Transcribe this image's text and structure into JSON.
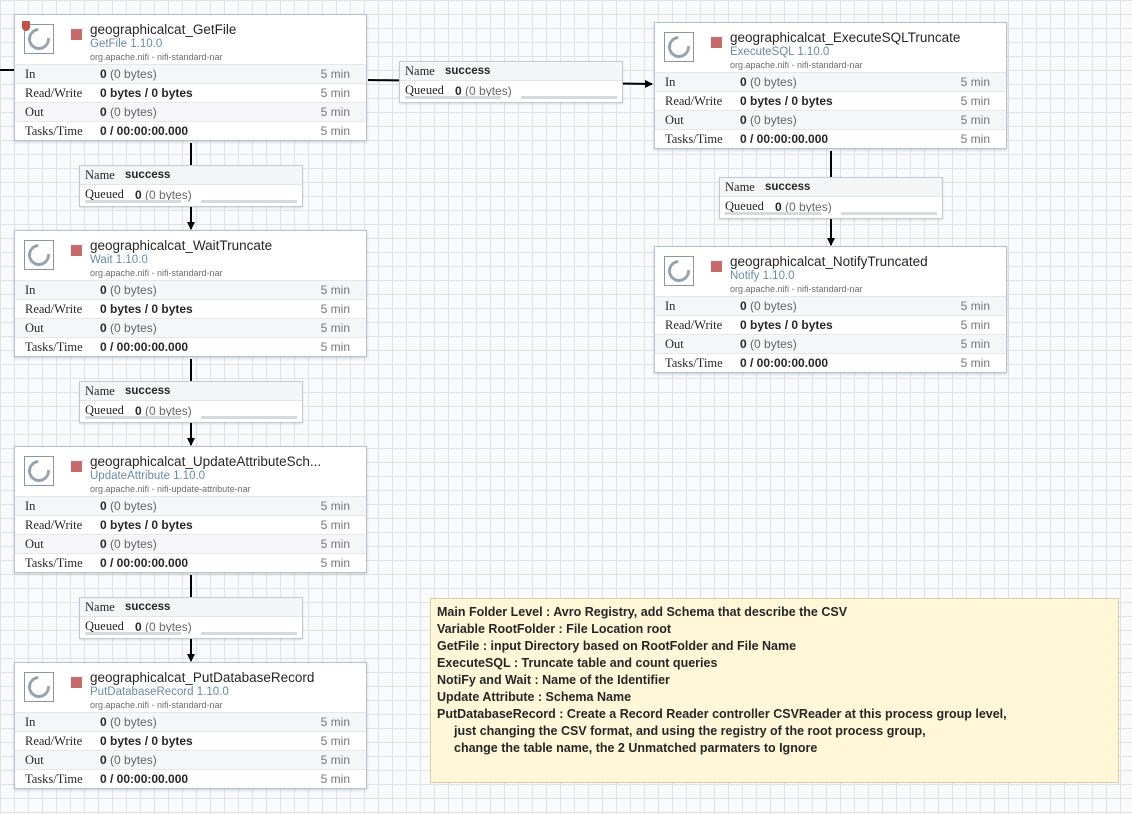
{
  "processors": [
    {
      "name": "geographicalcat_GetFile",
      "type": "GetFile 1.10.0",
      "bundle": "org.apache.nifi - nifi-standard-nar",
      "invalid": true,
      "stats": {
        "in_value": "0",
        "in_sub": "(0 bytes)",
        "in_time": "5 min",
        "rw_value": "0 bytes / 0 bytes",
        "rw_time": "5 min",
        "out_value": "0",
        "out_sub": "(0 bytes)",
        "out_time": "5 min",
        "tasks_value": "0 / 00:00:00.000",
        "tasks_time": "5 min"
      }
    },
    {
      "name": "geographicalcat_WaitTruncate",
      "type": "Wait 1.10.0",
      "bundle": "org.apache.nifi - nifi-standard-nar",
      "invalid": false,
      "stats": {
        "in_value": "0",
        "in_sub": "(0 bytes)",
        "in_time": "5 min",
        "rw_value": "0 bytes / 0 bytes",
        "rw_time": "5 min",
        "out_value": "0",
        "out_sub": "(0 bytes)",
        "out_time": "5 min",
        "tasks_value": "0 / 00:00:00.000",
        "tasks_time": "5 min"
      }
    },
    {
      "name": "geographicalcat_UpdateAttributeSch...",
      "type": "UpdateAttribute 1.10.0",
      "bundle": "org.apache.nifi - nifi-update-attribute-nar",
      "invalid": false,
      "stats": {
        "in_value": "0",
        "in_sub": "(0 bytes)",
        "in_time": "5 min",
        "rw_value": "0 bytes / 0 bytes",
        "rw_time": "5 min",
        "out_value": "0",
        "out_sub": "(0 bytes)",
        "out_time": "5 min",
        "tasks_value": "0 / 00:00:00.000",
        "tasks_time": "5 min"
      }
    },
    {
      "name": "geographicalcat_PutDatabaseRecord",
      "type": "PutDatabaseRecord 1.10.0",
      "bundle": "org.apache.nifi - nifi-standard-nar",
      "invalid": false,
      "stats": {
        "in_value": "0",
        "in_sub": "(0 bytes)",
        "in_time": "5 min",
        "rw_value": "0 bytes / 0 bytes",
        "rw_time": "5 min",
        "out_value": "0",
        "out_sub": "(0 bytes)",
        "out_time": "5 min",
        "tasks_value": "0 / 00:00:00.000",
        "tasks_time": "5 min"
      }
    },
    {
      "name": "geographicalcat_ExecuteSQLTruncate",
      "type": "ExecuteSQL 1.10.0",
      "bundle": "org.apache.nifi - nifi-standard-nar",
      "invalid": false,
      "stats": {
        "in_value": "0",
        "in_sub": "(0 bytes)",
        "in_time": "5 min",
        "rw_value": "0 bytes / 0 bytes",
        "rw_time": "5 min",
        "out_value": "0",
        "out_sub": "(0 bytes)",
        "out_time": "5 min",
        "tasks_value": "0 / 00:00:00.000",
        "tasks_time": "5 min"
      }
    },
    {
      "name": "geographicalcat_NotifyTruncated",
      "type": "Notify 1.10.0",
      "bundle": "org.apache.nifi - nifi-standard-nar",
      "invalid": false,
      "stats": {
        "in_value": "0",
        "in_sub": "(0 bytes)",
        "in_time": "5 min",
        "rw_value": "0 bytes / 0 bytes",
        "rw_time": "5 min",
        "out_value": "0",
        "out_sub": "(0 bytes)",
        "out_time": "5 min",
        "tasks_value": "0 / 00:00:00.000",
        "tasks_time": "5 min"
      }
    }
  ],
  "stat_labels": {
    "in": "In",
    "rw": "Read/Write",
    "out": "Out",
    "tasks": "Tasks/Time"
  },
  "connection_labels": {
    "name": "Name",
    "queued": "Queued"
  },
  "connections": [
    {
      "name": "success",
      "queued_count": "0",
      "queued_size": "(0 bytes)"
    },
    {
      "name": "success",
      "queued_count": "0",
      "queued_size": "(0 bytes)"
    },
    {
      "name": "success",
      "queued_count": "0",
      "queued_size": "(0 bytes)"
    },
    {
      "name": "success",
      "queued_count": "0",
      "queued_size": "(0 bytes)"
    },
    {
      "name": "success",
      "queued_count": "0",
      "queued_size": "(0 bytes)"
    }
  ],
  "note": {
    "lines": [
      "Main Folder Level : Avro Registry, add Schema that describe the CSV",
      "Variable RootFolder : File Location root",
      "GetFile : input Directory based on RootFolder and File Name",
      "ExecuteSQL : Truncate table and count queries",
      "NotiFy and Wait : Name of the Identifier",
      "Update Attribute : Schema Name",
      "PutDatabaseRecord : Create a Record Reader controller CSVReader at this process group level,",
      "just changing the CSV format, and using the registry of the root process group,",
      "change the table name, the 2 Unmatched parmaters to Ignore"
    ]
  }
}
